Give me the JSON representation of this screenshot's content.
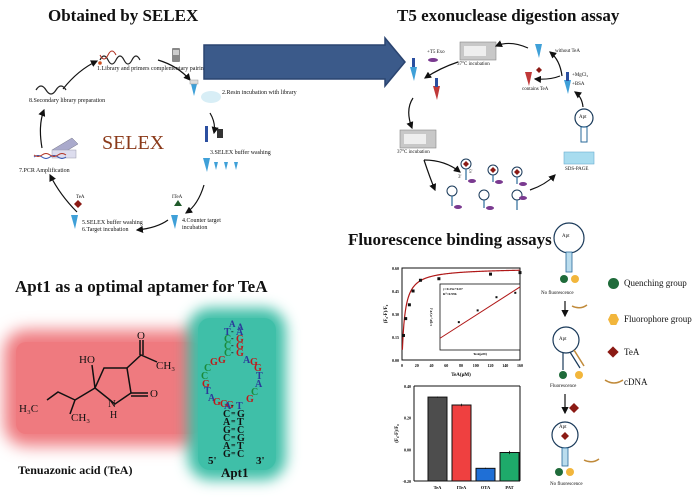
{
  "selex_panel": {
    "title": "Obtained by SELEX",
    "center_label": "SELEX",
    "steps": [
      "1.Library and primers complementary pairing",
      "2.Resin incubation with library",
      "3.SELEX buffer washing",
      "4.Counter target incubation",
      "5.SELEX buffer washing",
      "6.Target incubation",
      "7.PCR Amplification",
      "8.Secondary library preparation"
    ],
    "target_labels": {
      "counter": "ITeA",
      "target": "TeA"
    }
  },
  "t5_panel": {
    "title": "T5 exonuclease digestion assay",
    "labels": {
      "t5_exo": "+T5 Exo",
      "incubation_top": "37°C incubation",
      "incubation_bottom": "37°C incubation",
      "without_tea": "without TeA",
      "contains_tea": "contains TeA",
      "mgcl2": "+MgCl₂",
      "bsa": "+BSA",
      "apt": "Apt",
      "sds_page": "SDS-PAGE",
      "three_prime": "3'",
      "five_prime": "5'"
    }
  },
  "aptamer_panel": {
    "title": "Apt1 as a optimal aptamer for TeA",
    "molecule_name": "Tenuazonic acid (TeA)",
    "molecule_atoms": {
      "ho": "HO",
      "o_top": "O",
      "ch3_right": "CH₃",
      "o_right": "O",
      "n": "N",
      "h": "H",
      "h3c": "H₃C",
      "ch3_bottom": "CH₃"
    },
    "aptamer_name": "Apt1",
    "five_end": "5'",
    "three_end": "3'",
    "stem_pairs": [
      [
        "C",
        "G"
      ],
      [
        "A",
        "T"
      ],
      [
        "G",
        "C"
      ],
      [
        "C",
        "G"
      ],
      [
        "A",
        "T"
      ],
      [
        "G",
        "C"
      ]
    ],
    "loop_junction": [
      "A",
      "T"
    ],
    "top_stem_pairs": [
      [
        "T",
        "A"
      ],
      [
        "C",
        "G"
      ],
      [
        "C",
        "G"
      ],
      [
        "C",
        "G"
      ]
    ],
    "top_loop": [
      "A",
      "A"
    ],
    "left_loop": [
      "G",
      "G",
      "C",
      "C",
      "G",
      "T",
      "A",
      "G",
      "G",
      "G"
    ],
    "right_loop": [
      "A",
      "G",
      "G",
      "T",
      "A",
      "C",
      "G",
      "A"
    ]
  },
  "fluorescence_panel": {
    "title": "Fluorescence binding assays",
    "states": [
      "No fluorescence",
      "Fluorescence",
      "No fluorescence"
    ],
    "apt_label": "Apt",
    "legend": [
      {
        "label": "Quenching group",
        "icon": "green-circle",
        "color": "#1f6b3a"
      },
      {
        "label": "Fluorophore group",
        "icon": "yellow-hexagon",
        "color": "#f2b63c"
      },
      {
        "label": "TeA",
        "icon": "red-diamond",
        "color": "#8b1a14"
      },
      {
        "label": "cDNA",
        "icon": "cdna-strand",
        "color": "#c08a3a"
      }
    ]
  },
  "chart_data": [
    {
      "type": "scatter",
      "title": "",
      "xlabel": "TeA(μM)",
      "ylabel": "(F₀-F)/F₀",
      "xlim": [
        0,
        160
      ],
      "ylim": [
        0,
        0.6
      ],
      "xticks": [
        "0",
        "20",
        "40",
        "60",
        "80",
        "100",
        "120",
        "140",
        "160"
      ],
      "yticks": [
        "0.00",
        "0.15",
        "0.30",
        "0.45",
        "0.60"
      ],
      "x": [
        2,
        5,
        10,
        15,
        25,
        50,
        120,
        160
      ],
      "y": [
        0.16,
        0.27,
        0.36,
        0.45,
        0.52,
        0.53,
        0.56,
        0.57
      ],
      "fit_color": "#b01818",
      "inset": {
        "type": "line",
        "xlabel": "TeA(μM)",
        "ylabel": "1/[(F₀-F)/F₀]",
        "annotation": [
          "y=0.25x+0.07",
          "R²=0.996"
        ],
        "x": [
          2,
          4,
          6,
          8
        ],
        "y": [
          0.19,
          0.27,
          0.36,
          0.39
        ]
      }
    },
    {
      "type": "bar",
      "title": "",
      "xlabel": "",
      "ylabel": "(F₀-F)/F₀",
      "categories": [
        "TeA",
        "ITeA",
        "OTA",
        "PAT"
      ],
      "values": [
        0.33,
        0.28,
        -0.12,
        -0.02
      ],
      "errors": [
        0.004,
        0.008,
        0.004,
        0.01
      ],
      "colors": [
        "#4d4d4d",
        "#ef4040",
        "#1f6fd6",
        "#1eaa6a"
      ],
      "ylim": [
        -0.2,
        0.4
      ],
      "yticks": [
        "-0.20",
        "0.00",
        "0.20",
        "0.40"
      ]
    }
  ]
}
